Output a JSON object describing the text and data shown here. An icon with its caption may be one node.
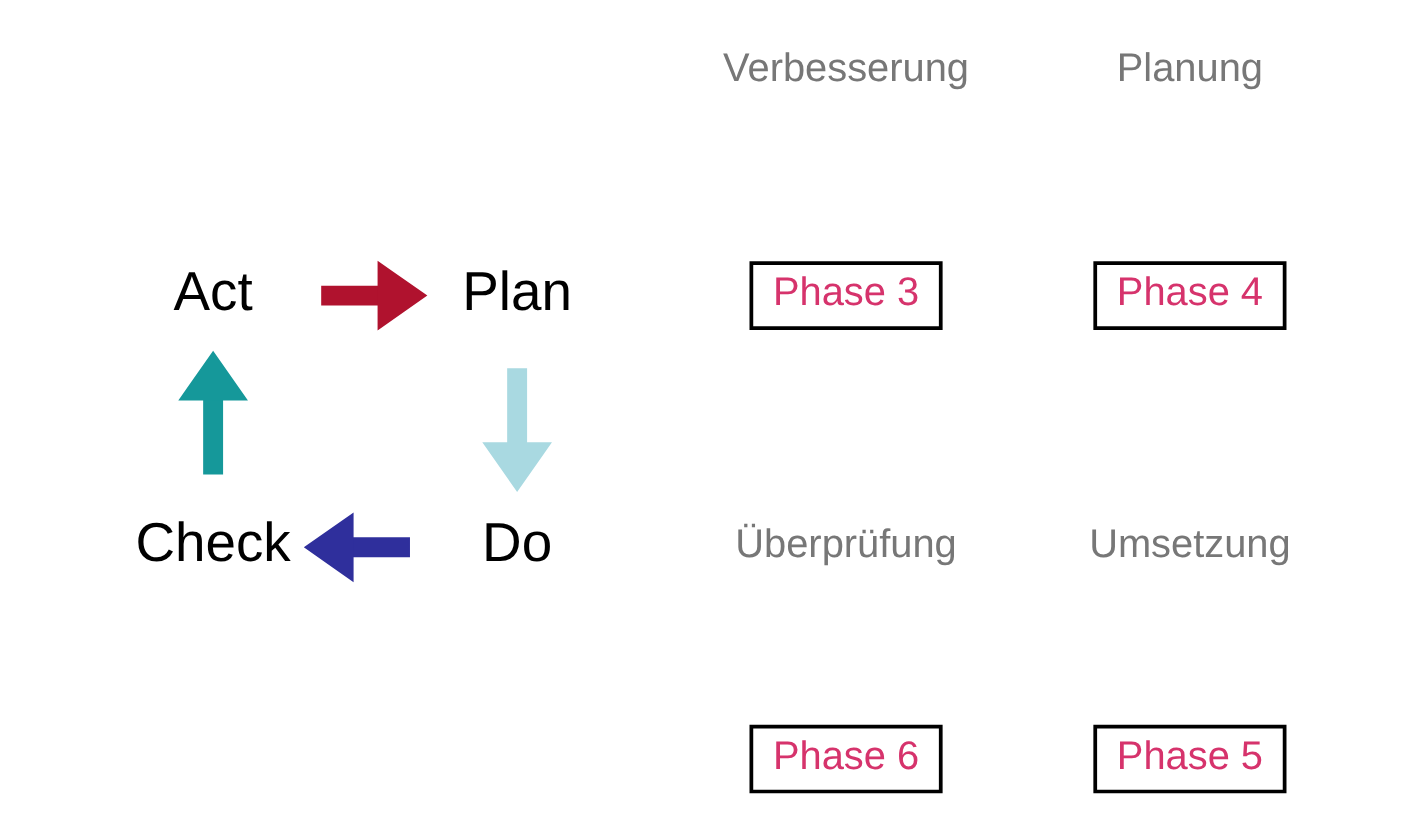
{
  "diagram": {
    "nodes": [
      {
        "text": [
          "Act"
        ]
      },
      {
        "text": [
          "Plan"
        ]
      },
      {
        "text": [
          "Check"
        ]
      },
      {
        "text": [
          "Do"
        ]
      }
    ],
    "edges": [
      {
        "from": 0,
        "to": 1,
        "arrow": "to",
        "color": "#b0122e"
      },
      {
        "from": 1,
        "to": 3,
        "arrow": "to",
        "color": "#a9d9e1"
      },
      {
        "from": 3,
        "to": 2,
        "arrow": "to",
        "color": "#2f2f9c"
      },
      {
        "from": 2,
        "to": 0,
        "arrow": "to",
        "color": "#15989a"
      }
    ],
    "labels": [
      "Verbesserung",
      "Planung",
      "Phase 3",
      "Phase 4",
      "Überprüfung",
      "Umsetzung",
      "Phase 6",
      "Phase 5"
    ]
  }
}
